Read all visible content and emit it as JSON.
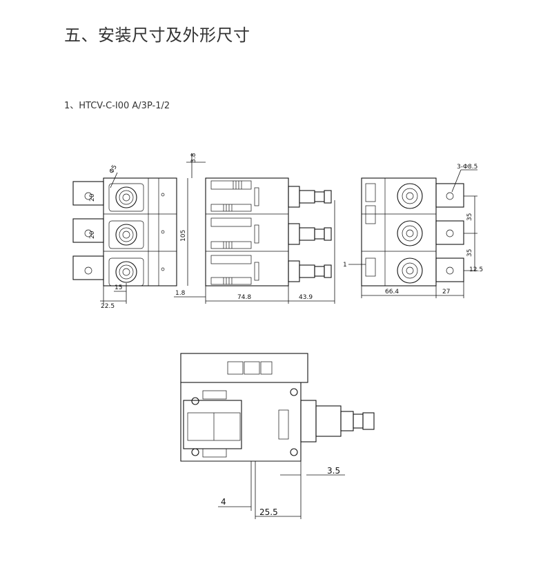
{
  "heading": {
    "title": "五、安装尺寸及外形尺寸"
  },
  "section": {
    "subtitle": "1、HTCV-C-I00   A/3P-1/2"
  },
  "dims": {
    "front_hole": "Φ5",
    "front_w1": "15",
    "front_w2": "22.5",
    "front_d1": "20",
    "front_d2": "20",
    "side_top": "3.8",
    "side_h": "105",
    "side_base": "1.8",
    "side_len": "74.8",
    "side_len2": "43.9",
    "back_holes": "3-Φ8.5",
    "back_p1": "35",
    "back_p2": "35",
    "back_edge": "12.5",
    "back_pin": "1",
    "back_w": "66.4",
    "back_w2": "27",
    "detail_a": "3.5",
    "detail_b": "4",
    "detail_c": "25.5"
  }
}
